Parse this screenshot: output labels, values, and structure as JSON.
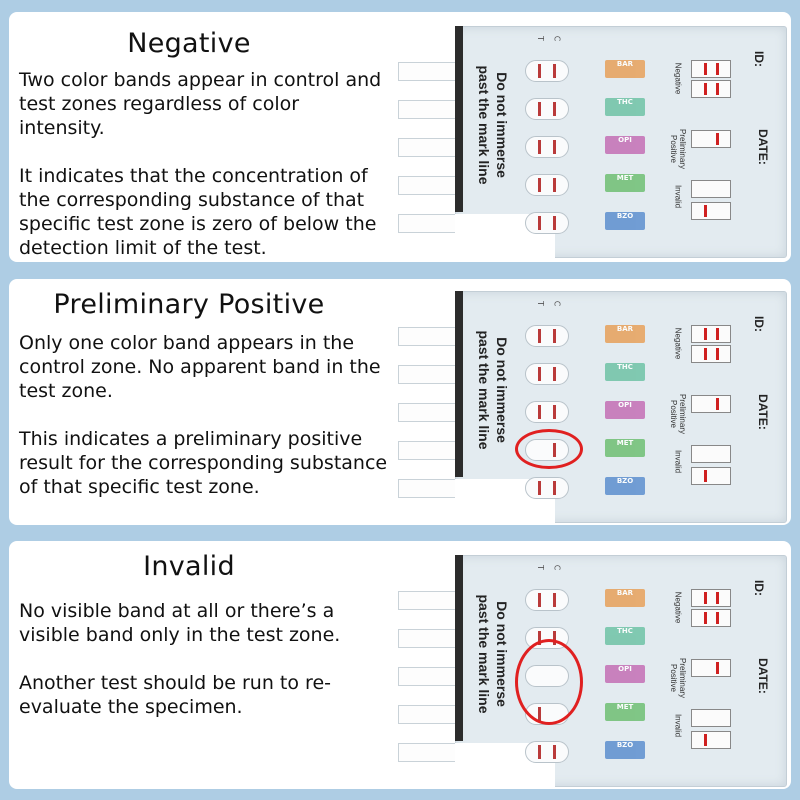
{
  "panels": [
    {
      "title": "Negative",
      "paragraphs": [
        "Two color bands appear in control and test zones regardless of color intensity.",
        "It indicates that the concentration of the corresponding substance of that specific test zone is zero of below the detection limit of the test."
      ]
    },
    {
      "title": "Preliminary Positive",
      "paragraphs": [
        "Only one color band appears in the control zone. No apparent band in the test zone.",
        "This indicates a preliminary positive result for the corresponding substance of that specific test zone."
      ]
    },
    {
      "title": "Invalid",
      "paragraphs": [
        "No visible band at all or there’s a visible band only in the test zone.",
        "Another test should be run to re-evaluate the specimen."
      ]
    }
  ],
  "device": {
    "immerse_line1": "Do not immerse",
    "immerse_line2": "past the mark line",
    "id_label": "ID:",
    "date_label": "DATE:",
    "control_letter": "C",
    "test_letter": "T",
    "legend_negative": "Negative",
    "legend_preliminary": "Preliminary Positive",
    "legend_invalid": "Invalid",
    "drug_labels": [
      "BAR",
      "THC",
      "OPI",
      "MET",
      "BZO"
    ],
    "label_colors": [
      "#e7a15a",
      "#6fc3a6",
      "#c46fb5",
      "#6fbf73",
      "#5d8fcf"
    ]
  },
  "colors": {
    "background": "#aecde4",
    "band": "#b93a3a",
    "highlight": "#e02020"
  }
}
